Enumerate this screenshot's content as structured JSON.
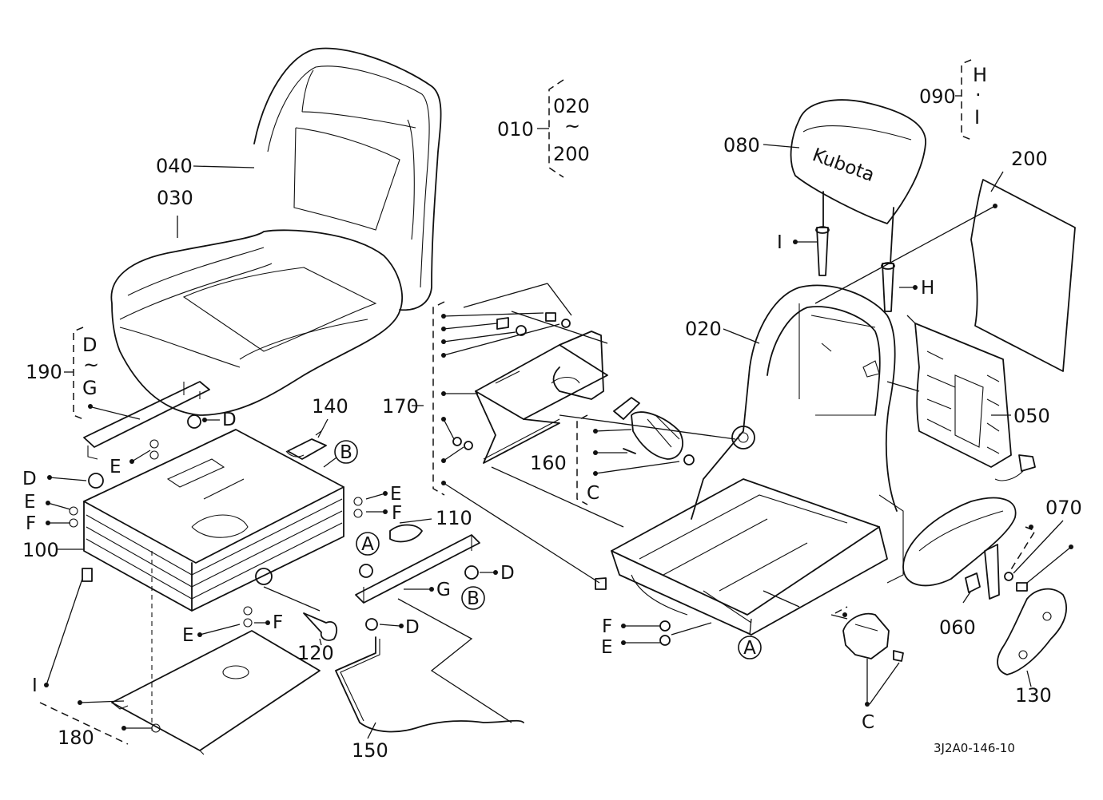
{
  "diagram": {
    "part_labels": {
      "p010": "010",
      "p020_top": "020",
      "p200_top": "200",
      "tilde_top": "~",
      "p040": "040",
      "p030": "030",
      "p190": "190",
      "p190_d": "D",
      "p190_tilde": "~",
      "p190_g": "G",
      "p140": "140",
      "p170": "170",
      "p160": "160",
      "p110": "110",
      "p100": "100",
      "p120": "120",
      "p180": "180",
      "p150": "150",
      "p080": "080",
      "p090": "090",
      "p090_h": "H",
      "p090_dot": "·",
      "p090_i": "I",
      "p200": "200",
      "p020": "020",
      "p050": "050",
      "p070": "070",
      "p060": "060",
      "p130": "130"
    },
    "letter_labels": {
      "d1": "D",
      "e1": "E",
      "d2": "D",
      "e2": "E",
      "f2": "F",
      "e3": "E",
      "f3": "F",
      "g1": "G",
      "d3": "D",
      "d4": "D",
      "e4": "E",
      "f4": "F",
      "i1": "I",
      "c1": "C",
      "i2": "I",
      "h1": "H",
      "f5": "F",
      "e5": "E",
      "c2": "C"
    },
    "circled_labels": {
      "b1": "B",
      "a1": "A",
      "b2": "B",
      "a2": "A"
    },
    "brand_text": "Kubota",
    "drawing_code": "3J2A0-146-10"
  }
}
